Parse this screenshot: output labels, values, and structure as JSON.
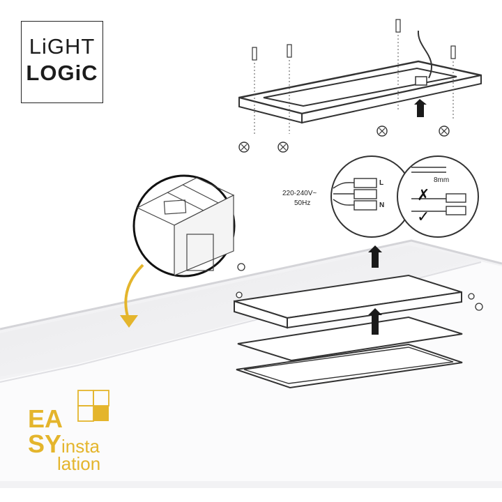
{
  "brand": {
    "line1": "LiGHT",
    "line2": "LOGiC"
  },
  "wiring": {
    "voltage": "220-240V~",
    "frequency": "50Hz",
    "terminal_L": "L",
    "terminal_N": "N",
    "strip_length": "8mm"
  },
  "badge": {
    "ea": "EA",
    "sy": "SY",
    "insta": "insta",
    "lation": "lation"
  },
  "colors": {
    "accent_yellow": "#e4b52c",
    "arrow": "#1a1a1a",
    "line": "#333333"
  }
}
